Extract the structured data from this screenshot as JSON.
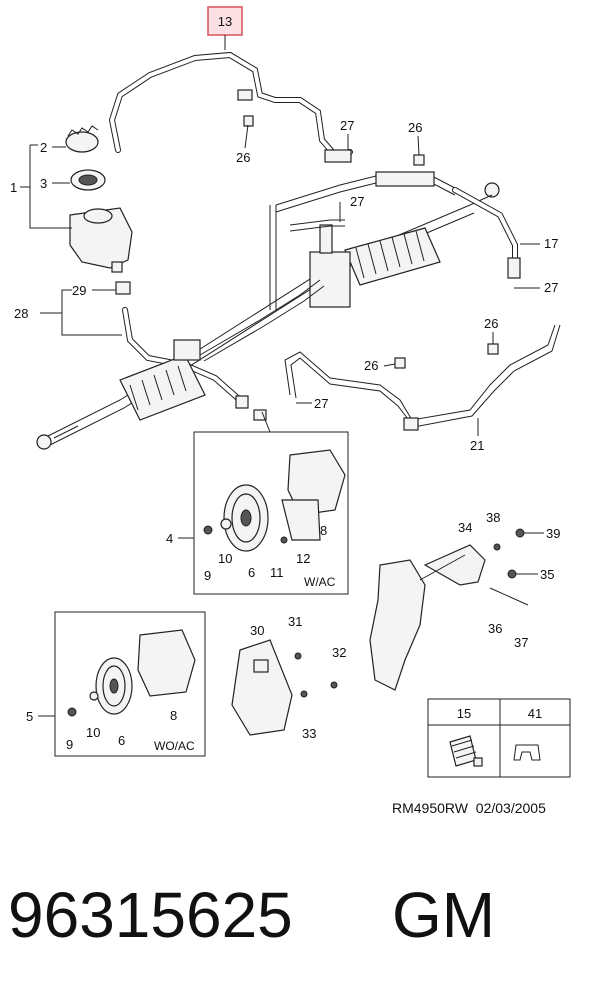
{
  "callouts": {
    "c13": "13",
    "c26a": "26",
    "c27a": "27",
    "c26b": "26",
    "c2": "2",
    "c1": "1",
    "c3": "3",
    "c27b": "27",
    "c17": "17",
    "c29": "29",
    "c27c": "27",
    "c28": "28",
    "c26c": "26",
    "c26d": "26",
    "c27d": "27",
    "c21": "21",
    "c4": "4",
    "c8a": "8",
    "c10a": "10",
    "c12": "12",
    "c9a": "9",
    "c6a": "6",
    "c11": "11",
    "c34": "34",
    "c38": "38",
    "c39": "39",
    "c35": "35",
    "c36": "36",
    "c37": "37",
    "c30": "30",
    "c31": "31",
    "c32": "32",
    "c33": "33",
    "c5": "5",
    "c8b": "8",
    "c9b": "9",
    "c10b": "10",
    "c6b": "6",
    "c15": "15",
    "c41": "41"
  },
  "box_labels": {
    "with_ac": "W/AC",
    "without_ac": "WO/AC"
  },
  "reference": {
    "code": "RM4950RW",
    "date": "02/03/2005"
  },
  "part_number": "96315625",
  "brand": "GM",
  "colors": {
    "highlight_border": "#d9505a",
    "highlight_fill": "#fbe1e3",
    "ink": "#222222"
  }
}
